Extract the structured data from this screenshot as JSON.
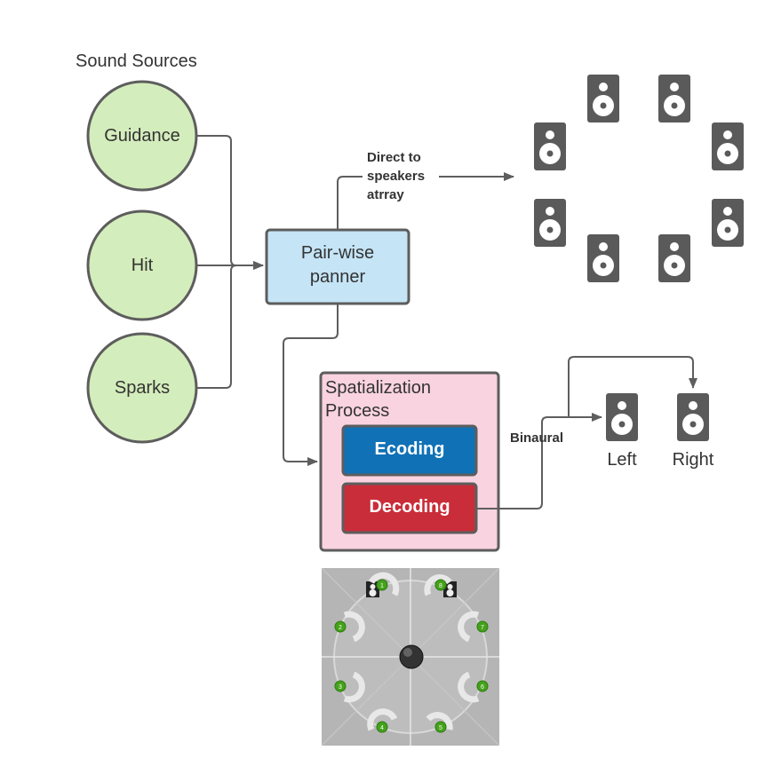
{
  "title": "Sound Sources",
  "sources": [
    "Guidance",
    "Hit",
    "Sparks"
  ],
  "panner": [
    "Pair-wise",
    "panner"
  ],
  "direct_label": [
    "Direct to",
    "speakers",
    "atrray"
  ],
  "spatial": {
    "title": [
      "Spatialization",
      "Process"
    ],
    "encoding": "Ecoding",
    "decoding": "Decoding"
  },
  "binaural_label": "Binaural",
  "outputs": {
    "left": "Left",
    "right": "Right"
  },
  "array_speaker_count": 8,
  "panner_view_speakers": [
    "1",
    "8",
    "2",
    "7",
    "3",
    "6",
    "4",
    "5"
  ],
  "colors": {
    "source_fill": "#d4edbc",
    "source_stroke": "#5d5d5d",
    "panner_fill": "#c5e4f6",
    "spatial_fill": "#f9d3df",
    "encoding": "#1071b6",
    "decoding": "#c92d39",
    "speaker": "#5a5a5a",
    "line": "#5e5e5e"
  }
}
